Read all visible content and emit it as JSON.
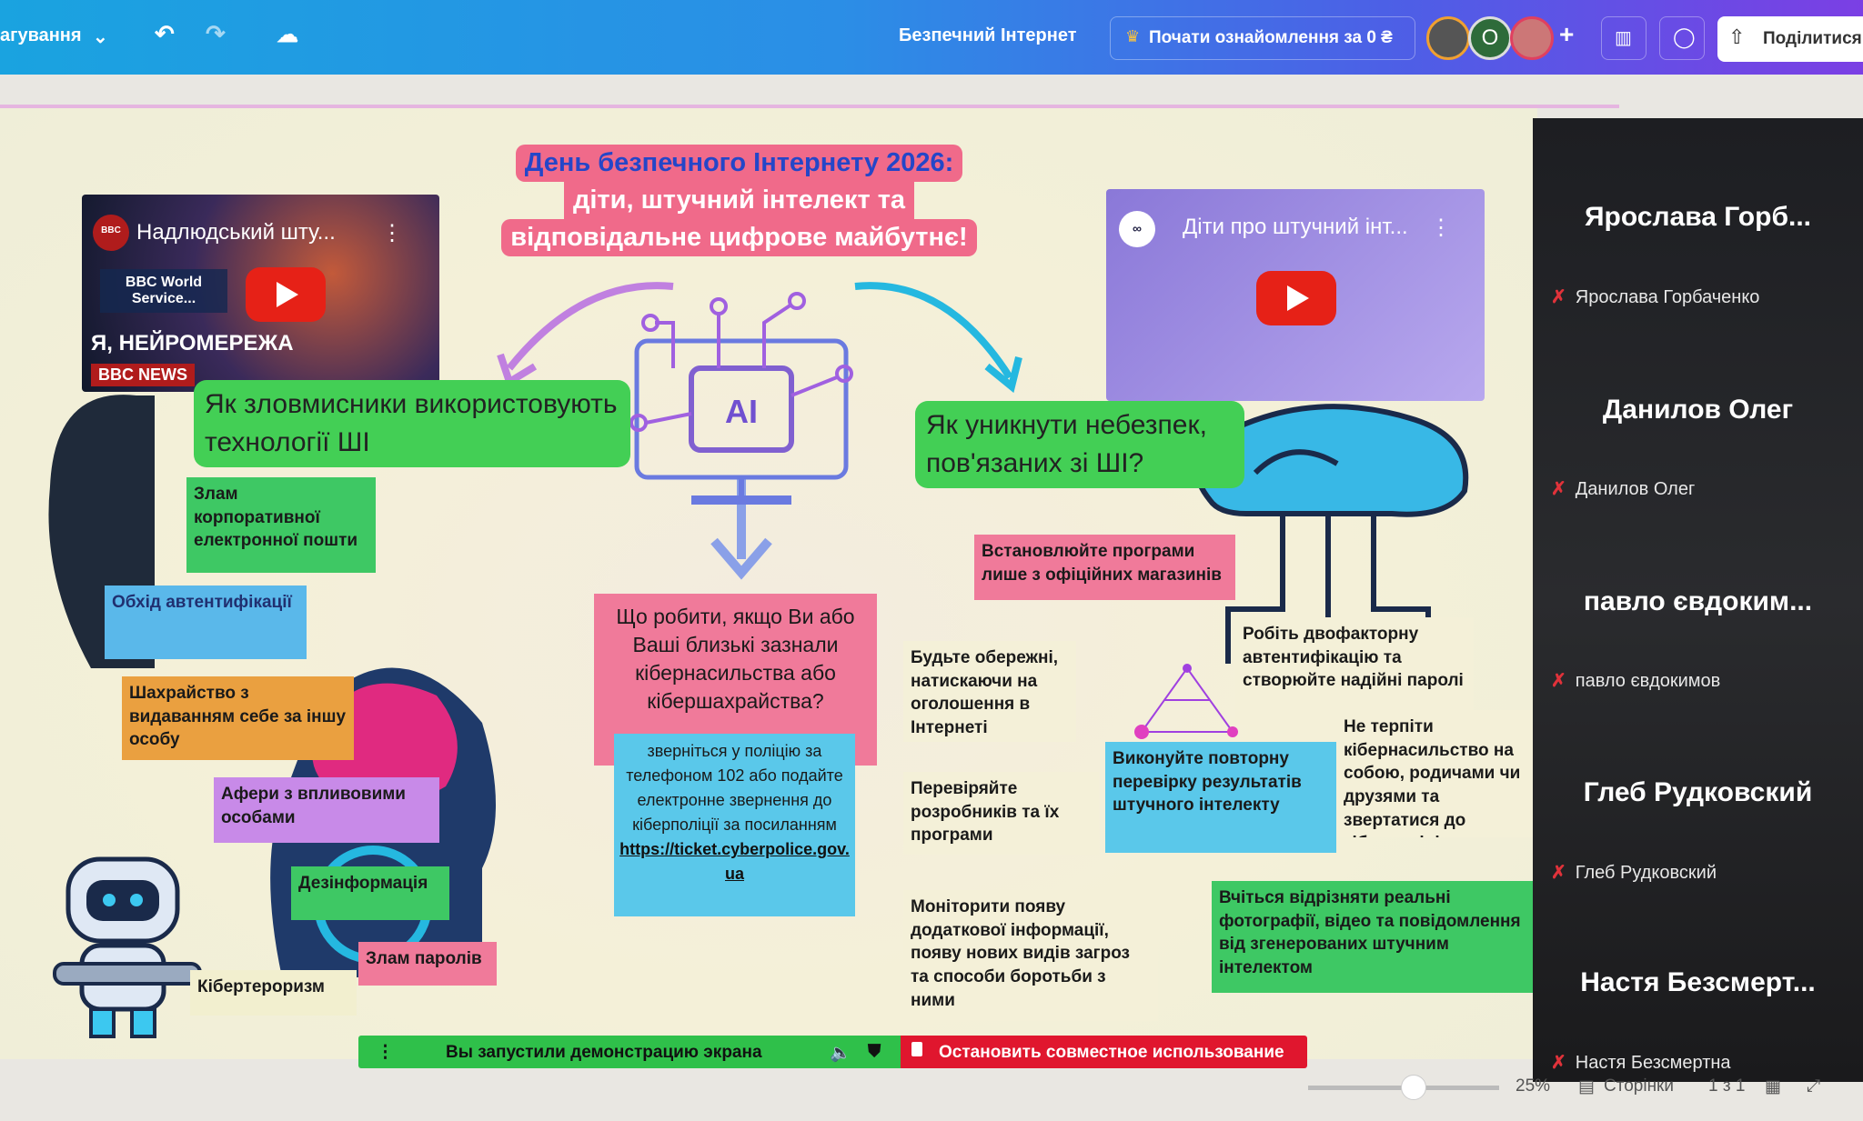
{
  "topbar": {
    "menu_label": "агування",
    "doc_title": "Безпечний Інтернет",
    "trial_button": "Почати ознайомлення за 0 ₴",
    "avatar_initial": "O",
    "share_button": "Поділитися"
  },
  "slide": {
    "title_lines": [
      "День безпечного Інтернету 2026:",
      "діти, штучний інтелект та",
      "відповідальне цифрове майбутнє!"
    ],
    "video_left": {
      "title": "Надлюдський шту...",
      "channel": "BBC World Service...",
      "caption": "Я, НЕЙРОМЕРЕЖА",
      "brand": "BBC NEWS"
    },
    "video_right": {
      "title": "Діти про штучний інт..."
    },
    "ai_label": "AI",
    "left_heading": "Як зловмисники використовують технології ШІ",
    "right_heading": "Як уникнути небезпек, пов'язаних зі ШІ?",
    "threats": [
      "Злам корпоративної електронної пошти",
      "Обхід автентифікації",
      "Шахрайство з видаванням себе за іншу особу",
      "Афери з впливовими особами",
      "Дезінформація",
      "Злам паролів",
      "Кібертероризм"
    ],
    "center_question": "Що робити, якщо Ви або Ваші близькі зазнали кібернасильства або кібершахрайства?",
    "center_answer": "зверніться у поліцію за телефоном 102 або подайте електронне звернення до кіберполіції за посиланням",
    "center_link": "https://ticket.cyberpolice.gov.ua",
    "tips": [
      "Встановлюйте програми лише з офіційних магазинів",
      "Будьте обережні, натискаючи на оголошення в Інтернеті",
      "Робіть двофакторну автентифікацію та створюйте надійні паролі",
      "Не терпіти кібернасильство на собою, родичами чи друзями та звертатися до кіберполіцію",
      "Виконуйте повторну перевірку результатів штучного інтелекту",
      "Перевіряйте розробників та їх програми",
      "Моніторити появу додаткової інформації, появу нових видів загроз та способи боротьби з ними",
      "Вчіться відрізняти реальні фотографії, відео та повідомлення від згенерованих штучним інтелектом"
    ]
  },
  "participants": [
    {
      "tile": "Ярослава Горб...",
      "name": "Ярослава Горбаченко"
    },
    {
      "tile": "Данилов Олег",
      "name": "Данилов Олег"
    },
    {
      "tile": "павло євдоким...",
      "name": "павло євдокимов"
    },
    {
      "tile": "Глеб Рудковский",
      "name": "Глеб Рудковский"
    },
    {
      "tile": "Настя Безсмерт...",
      "name": "Настя Безсмертна"
    }
  ],
  "sharebar": {
    "status": "Вы запустили демонстрацию экрана",
    "stop": "Остановить совместное использование"
  },
  "footer": {
    "zoom": "25%",
    "pages": "Сторінки",
    "page_count": "1 з 1",
    "zoom_value": 0.25
  }
}
